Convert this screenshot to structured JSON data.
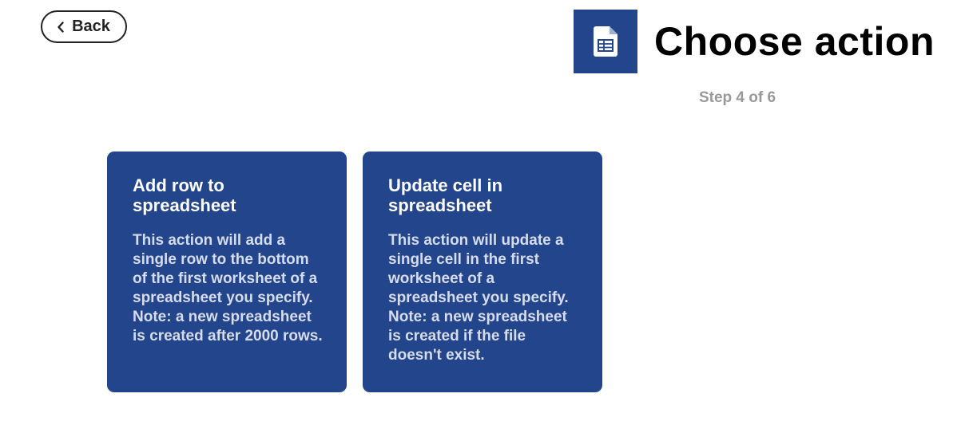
{
  "back_button": {
    "label": "Back",
    "icon": "chevron-left-icon"
  },
  "header": {
    "title": "Choose action",
    "step": "Step 4 of 6",
    "service_icon": "google-sheets-icon",
    "brand_color": "#22458c"
  },
  "actions": [
    {
      "title": "Add row to spreadsheet",
      "description": "This action will add a single row to the bottom of the first worksheet of a spreadsheet you specify. Note: a new spreadsheet is created after 2000 rows."
    },
    {
      "title": "Update cell in spreadsheet",
      "description": "This action will update a single cell in the first worksheet of a spreadsheet you specify. Note: a new spreadsheet is created if the file doesn't exist."
    }
  ]
}
